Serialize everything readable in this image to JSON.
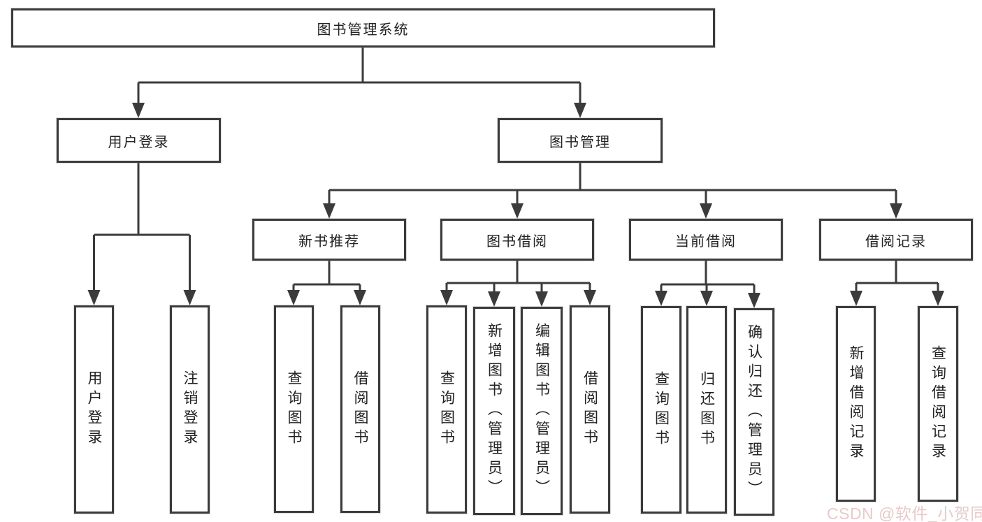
{
  "colors": {
    "background": "#ffffff",
    "line": "#3b3b3b",
    "box_fill": "#ffffff",
    "text": "#222222",
    "watermark": "#e8caca"
  },
  "tree": {
    "label": "图书管理系统",
    "children": [
      {
        "label": "用户登录",
        "children": [
          {
            "label": "用户登录"
          },
          {
            "label": "注销登录"
          }
        ]
      },
      {
        "label": "图书管理",
        "children": [
          {
            "label": "新书推荐",
            "children": [
              {
                "label": "查询图书"
              },
              {
                "label": "借阅图书"
              }
            ]
          },
          {
            "label": "图书借阅",
            "children": [
              {
                "label": "查询图书"
              },
              {
                "label": "新增图书（管理员）"
              },
              {
                "label": "编辑图书（管理员）"
              },
              {
                "label": "借阅图书"
              }
            ]
          },
          {
            "label": "当前借阅",
            "children": [
              {
                "label": "查询图书"
              },
              {
                "label": "归还图书"
              },
              {
                "label": "确认归还（管理员）"
              }
            ]
          },
          {
            "label": "借阅记录",
            "children": [
              {
                "label": "新增借阅记录"
              },
              {
                "label": "查询借阅记录"
              }
            ]
          }
        ]
      }
    ]
  },
  "watermark": {
    "text": "CSDN @软件_小贺同学"
  }
}
